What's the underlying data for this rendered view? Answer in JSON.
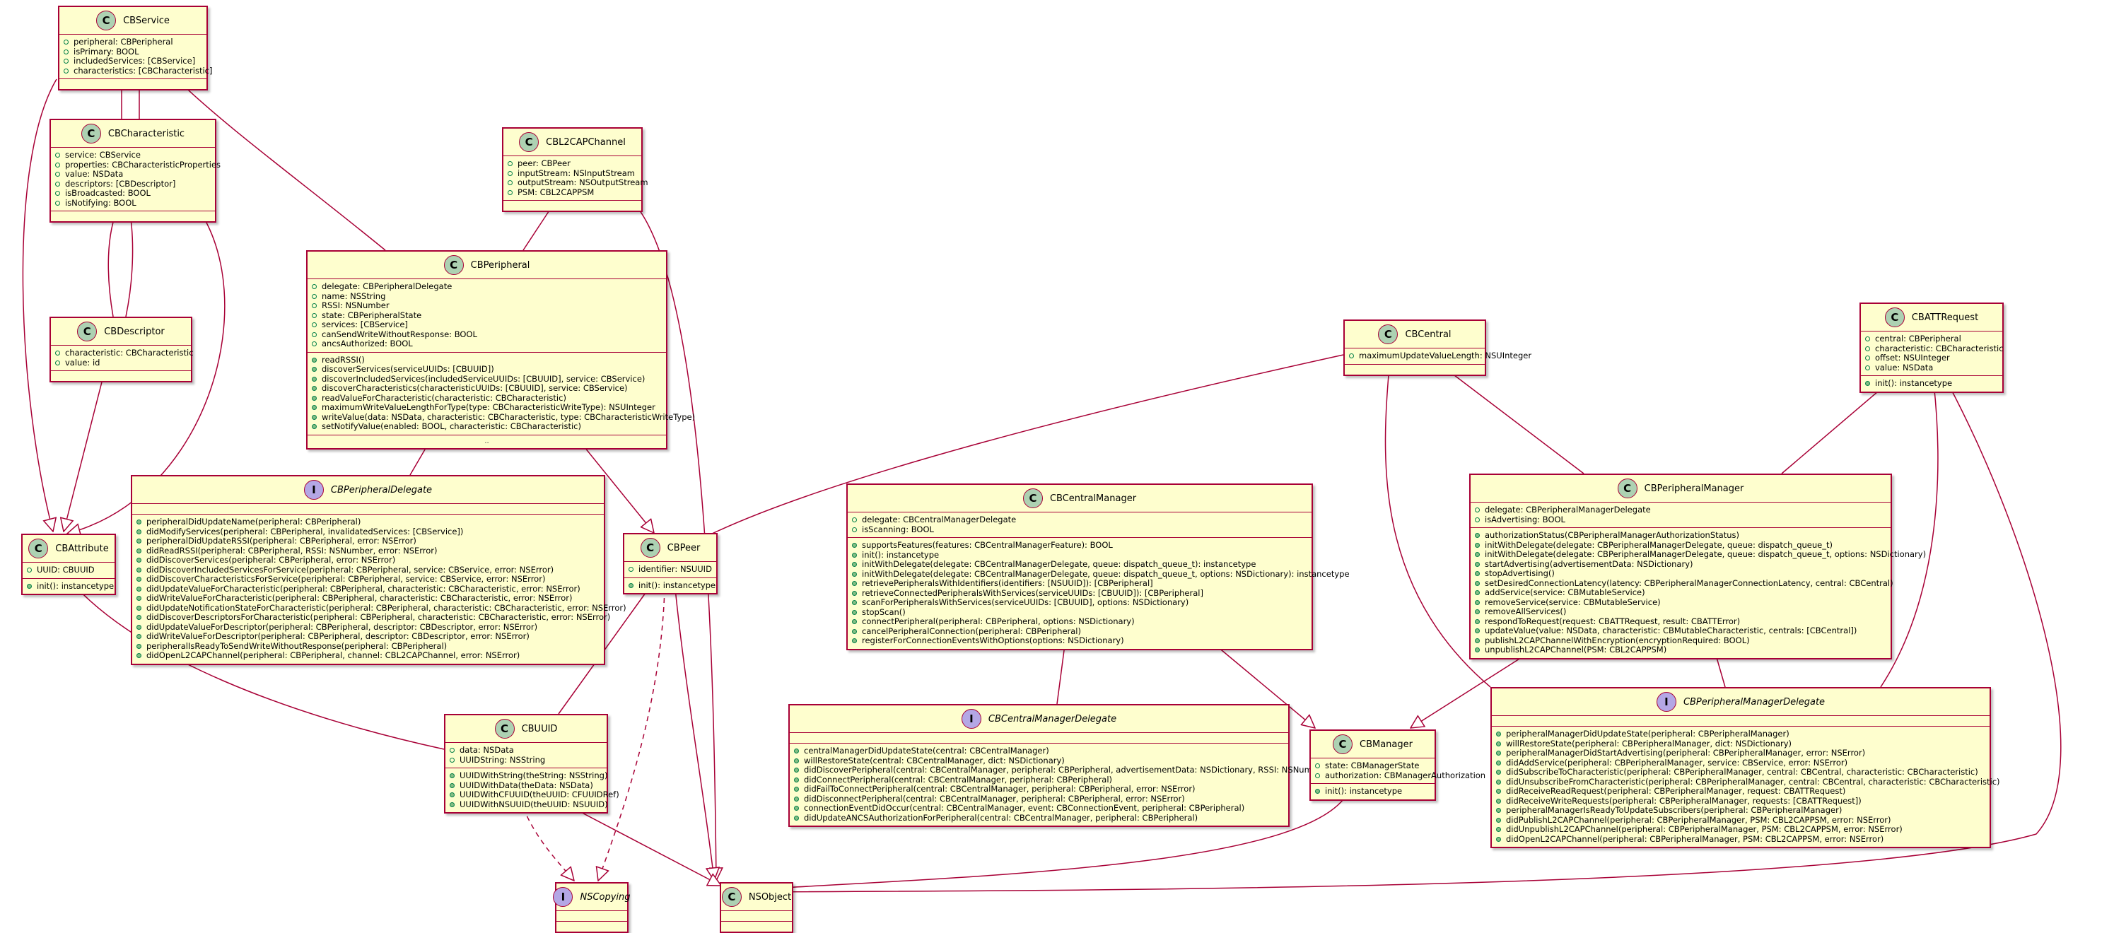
{
  "diagram": {
    "classes": {
      "CBService": {
        "kind": "class",
        "name": "CBService",
        "fields": [
          "peripheral: CBPeripheral",
          "isPrimary: BOOL",
          "includedServices: [CBService]",
          "characteristics: [CBCharacteristic]"
        ],
        "methods": []
      },
      "CBCharacteristic": {
        "kind": "class",
        "name": "CBCharacteristic",
        "fields": [
          "service: CBService",
          "properties: CBCharacteristicProperties",
          "value: NSData",
          "descriptors: [CBDescriptor]",
          "isBroadcasted: BOOL",
          "isNotifying: BOOL"
        ],
        "methods": []
      },
      "CBDescriptor": {
        "kind": "class",
        "name": "CBDescriptor",
        "fields": [
          "characteristic: CBCharacteristic",
          "value: id"
        ],
        "methods": []
      },
      "CBAttribute": {
        "kind": "class",
        "name": "CBAttribute",
        "fields": [
          "UUID: CBUUID"
        ],
        "methods": [
          "init(): instancetype"
        ]
      },
      "CBL2CAPChannel": {
        "kind": "class",
        "name": "CBL2CAPChannel",
        "fields": [
          "peer: CBPeer",
          "inputStream: NSInputStream",
          "outputStream: NSOutputStream",
          "PSM: CBL2CAPPSM"
        ],
        "methods": []
      },
      "CBPeripheral": {
        "kind": "class",
        "name": "CBPeripheral",
        "fields": [
          "delegate: CBPeripheralDelegate",
          "name: NSString",
          "RSSI: NSNumber",
          "state: CBPeripheralState",
          "services: [CBService]",
          "canSendWriteWithoutResponse: BOOL",
          "ancsAuthorized: BOOL"
        ],
        "methods": [
          "readRSSI()",
          "discoverServices(serviceUUIDs: [CBUUID])",
          "discoverIncludedServices(includedServiceUUIDs: [CBUUID], service: CBService)",
          "discoverCharacteristics(characteristicUUIDs: [CBUUID], service: CBService)",
          "readValueForCharacteristic(characteristic: CBCharacteristic)",
          "maximumWriteValueLengthForType(type: CBCharacteristicWriteType): NSUInteger",
          "writeValue(data: NSData, characteristic: CBCharacteristic, type: CBCharacteristicWriteType)",
          "setNotifyValue(enabled: BOOL, characteristic: CBCharacteristic)"
        ],
        "more": ".."
      },
      "CBPeripheralDelegate": {
        "kind": "interface",
        "name": "CBPeripheralDelegate",
        "fields": [],
        "methods": [
          "peripheralDidUpdateName(peripheral: CBPeripheral)",
          "didModifyServices(peripheral: CBPeripheral, invalidatedServices: [CBService])",
          "peripheralDidUpdateRSSI(peripheral: CBPeripheral, error: NSError)",
          "didReadRSSI(peripheral: CBPeripheral, RSSI: NSNumber, error: NSError)",
          "didDiscoverServices(peripheral: CBPeripheral, error: NSError)",
          "didDiscoverIncludedServicesForService(peripheral: CBPeripheral, service: CBService, error: NSError)",
          "didDiscoverCharacteristicsForService(peripheral: CBPeripheral, service: CBService, error: NSError)",
          "didUpdateValueForCharacteristic(peripheral: CBPeripheral, characteristic: CBCharacteristic, error: NSError)",
          "didWriteValueForCharacteristic(peripheral: CBPeripheral, characteristic: CBCharacteristic, error: NSError)",
          "didUpdateNotificationStateForCharacteristic(peripheral: CBPeripheral, characteristic: CBCharacteristic, error: NSError)",
          "didDiscoverDescriptorsForCharacteristic(peripheral: CBPeripheral, characteristic: CBCharacteristic, error: NSError)",
          "didUpdateValueForDescriptor(peripheral: CBPeripheral, descriptor: CBDescriptor, error: NSError)",
          "didWriteValueForDescriptor(peripheral: CBPeripheral, descriptor: CBDescriptor, error: NSError)",
          "peripheralIsReadyToSendWriteWithoutResponse(peripheral: CBPeripheral)",
          "didOpenL2CAPChannel(peripheral: CBPeripheral, channel: CBL2CAPChannel, error: NSError)"
        ]
      },
      "CBPeer": {
        "kind": "class",
        "name": "CBPeer",
        "fields": [
          "identifier: NSUUID"
        ],
        "methods": [
          "init(): instancetype"
        ]
      },
      "CBUUID": {
        "kind": "class",
        "name": "CBUUID",
        "fields": [
          "data: NSData",
          "UUIDString: NSString"
        ],
        "methods": [
          "UUIDWithString(theString: NSString)",
          "UUIDWithData(theData: NSData)",
          "UUIDWithCFUUID(theUUID: CFUUIDRef)",
          "UUIDWithNSUUID(theUUID: NSUUID)"
        ]
      },
      "NSCopying": {
        "kind": "interface",
        "name": "NSCopying",
        "fields": [],
        "methods": []
      },
      "NSObject": {
        "kind": "class",
        "name": "NSObject",
        "fields": [],
        "methods": []
      },
      "CBCentralManager": {
        "kind": "class",
        "name": "CBCentralManager",
        "fields": [
          "delegate: CBCentralManagerDelegate",
          "isScanning: BOOL"
        ],
        "methods": [
          "supportsFeatures(features: CBCentralManagerFeature): BOOL",
          "init(): instancetype",
          "initWithDelegate(delegate: CBCentralManagerDelegate, queue: dispatch_queue_t): instancetype",
          "initWithDelegate(delegate: CBCentralManagerDelegate, queue: dispatch_queue_t, options: NSDictionary): instancetype",
          "retrievePeripheralsWithIdentifiers(identifiers: [NSUUID]): [CBPeripheral]",
          "retrieveConnectedPeripheralsWithServices(serviceUUIDs: [CBUUID]): [CBPeripheral]",
          "scanForPeripheralsWithServices(serviceUUIDs: [CBUUID], options: NSDictionary)",
          "stopScan()",
          "connectPeripheral(peripheral: CBPeripheral, options: NSDictionary)",
          "cancelPeripheralConnection(peripheral: CBPeripheral)",
          "registerForConnectionEventsWithOptions(options: NSDictionary)"
        ]
      },
      "CBCentralManagerDelegate": {
        "kind": "interface",
        "name": "CBCentralManagerDelegate",
        "fields": [],
        "methods": [
          "centralManagerDidUpdateState(central: CBCentralManager)",
          "willRestoreState(central: CBCentralManager, dict: NSDictionary)",
          "didDiscoverPeripheral(central: CBCentralManager, peripheral: CBPeripheral, advertisementData: NSDictionary, RSSI: NSNumber)",
          "didConnectPeripheral(central: CBCentralManager, peripheral: CBPeripheral)",
          "didFailToConnectPeripheral(central: CBCentralManager, peripheral: CBPeripheral, error: NSError)",
          "didDisconnectPeripheral(central: CBCentralManager, peripheral: CBPeripheral, error: NSError)",
          "connectionEventDidOccur(central: CBCentralManager, event: CBConnectionEvent, peripheral: CBPeripheral)",
          "didUpdateANCSAuthorizationForPeripheral(central: CBCentralManager, peripheral: CBPeripheral)"
        ]
      },
      "CBManager": {
        "kind": "class",
        "name": "CBManager",
        "fields": [
          "state: CBManagerState",
          "authorization: CBManagerAuthorization"
        ],
        "methods": [
          "init(): instancetype"
        ]
      },
      "CBCentral": {
        "kind": "class",
        "name": "CBCentral",
        "fields": [
          "maximumUpdateValueLength: NSUInteger"
        ],
        "methods": []
      },
      "CBPeripheralManager": {
        "kind": "class",
        "name": "CBPeripheralManager",
        "fields": [
          "delegate: CBPeripheralManagerDelegate",
          "isAdvertising: BOOL"
        ],
        "methods": [
          "authorizationStatus(CBPeripheralManagerAuthorizationStatus)",
          "initWithDelegate(delegate: CBPeripheralManagerDelegate, queue: dispatch_queue_t)",
          "initWithDelegate(delegate: CBPeripheralManagerDelegate, queue: dispatch_queue_t, options: NSDictionary)",
          "startAdvertising(advertisementData: NSDictionary)",
          "stopAdvertising()",
          "setDesiredConnectionLatency(latency: CBPeripheralManagerConnectionLatency, central: CBCentral)",
          "addService(service: CBMutableService)",
          "removeService(service: CBMutableService)",
          "removeAllServices()",
          "respondToRequest(request: CBATTRequest, result: CBATTError)",
          "updateValue(value: NSData, characteristic: CBMutableCharacteristic, centrals: [CBCentral])",
          "publishL2CAPChannelWithEncryption(encryptionRequired: BOOL)",
          "unpublishL2CAPChannel(PSM: CBL2CAPPSM)"
        ]
      },
      "CBPeripheralManagerDelegate": {
        "kind": "interface",
        "name": "CBPeripheralManagerDelegate",
        "fields": [],
        "methods": [
          "peripheralManagerDidUpdateState(peripheral: CBPeripheralManager)",
          "willRestoreState(peripheral: CBPeripheralManager, dict: NSDictionary)",
          "peripheralManagerDidStartAdvertising(peripheral: CBPeripheralManager, error: NSError)",
          "didAddService(peripheral: CBPeripheralManager, service: CBService, error: NSError)",
          "didSubscribeToCharacteristic(peripheral: CBPeripheralManager, central: CBCentral, characteristic: CBCharacteristic)",
          "didUnsubscribeFromCharacteristic(peripheral: CBPeripheralManager, central: CBCentral, characteristic: CBCharacteristic)",
          "didReceiveReadRequest(peripheral: CBPeripheralManager, request: CBATTRequest)",
          "didReceiveWriteRequests(peripheral: CBPeripheralManager, requests: [CBATTRequest])",
          "peripheralManagerIsReadyToUpdateSubscribers(peripheral: CBPeripheralManager)",
          "didPublishL2CAPChannel(peripheral: CBPeripheralManager, PSM: CBL2CAPPSM, error: NSError)",
          "didUnpublishL2CAPChannel(peripheral: CBPeripheralManager, PSM: CBL2CAPPSM, error: NSError)",
          "didOpenL2CAPChannel(peripheral: CBPeripheralManager, PSM: CBL2CAPPSM, error: NSError)"
        ]
      },
      "CBATTRequest": {
        "kind": "class",
        "name": "CBATTRequest",
        "fields": [
          "central: CBPeripheral",
          "characteristic: CBCharacteristic",
          "offset: NSUInteger",
          "value: NSData"
        ],
        "methods": [
          "init(): instancetype"
        ]
      }
    },
    "relations": [
      {
        "from": "CBService",
        "to": "CBCharacteristic",
        "type": "aggregation"
      },
      {
        "from": "CBService",
        "to": "CBCharacteristic",
        "type": "aggregation"
      },
      {
        "from": "CBService",
        "to": "CBAttribute",
        "type": "inheritance"
      },
      {
        "from": "CBService",
        "to": "CBPeripheral",
        "type": "aggregation"
      },
      {
        "from": "CBCharacteristic",
        "to": "CBDescriptor",
        "type": "aggregation"
      },
      {
        "from": "CBCharacteristic",
        "to": "CBDescriptor",
        "type": "aggregation"
      },
      {
        "from": "CBCharacteristic",
        "to": "CBAttribute",
        "type": "inheritance"
      },
      {
        "from": "CBDescriptor",
        "to": "CBAttribute",
        "type": "inheritance"
      },
      {
        "from": "CBPeripheral",
        "to": "CBL2CAPChannel",
        "type": "association"
      },
      {
        "from": "CBPeripheral",
        "to": "CBPeripheralDelegate",
        "type": "aggregation"
      },
      {
        "from": "CBPeripheral",
        "to": "CBPeer",
        "type": "inheritance"
      },
      {
        "from": "CBL2CAPChannel",
        "to": "NSObject",
        "type": "inheritance"
      },
      {
        "from": "CBAttribute",
        "to": "CBUUID",
        "type": "aggregation"
      },
      {
        "from": "CBPeer",
        "to": "CBUUID",
        "type": "aggregation"
      },
      {
        "from": "CBPeer",
        "to": "NSCopying",
        "type": "realization"
      },
      {
        "from": "CBPeer",
        "to": "NSObject",
        "type": "inheritance"
      },
      {
        "from": "CBUUID",
        "to": "NSCopying",
        "type": "realization"
      },
      {
        "from": "CBUUID",
        "to": "NSObject",
        "type": "inheritance"
      },
      {
        "from": "CBCentral",
        "to": "CBPeer",
        "type": "inheritance"
      },
      {
        "from": "CBCentralManager",
        "to": "CBCentralManagerDelegate",
        "type": "aggregation"
      },
      {
        "from": "CBCentralManager",
        "to": "CBManager",
        "type": "inheritance"
      },
      {
        "from": "CBManager",
        "to": "NSObject",
        "type": "inheritance"
      },
      {
        "from": "CBPeripheralManager",
        "to": "CBCentral",
        "type": "association"
      },
      {
        "from": "CBPeripheralManager",
        "to": "CBManager",
        "type": "inheritance"
      },
      {
        "from": "CBPeripheralManager",
        "to": "CBPeripheralManagerDelegate",
        "type": "aggregation"
      },
      {
        "from": "CBPeripheralManager",
        "to": "CBATTRequest",
        "type": "association"
      },
      {
        "from": "CBPeripheralManagerDelegate",
        "to": "CBCentral",
        "type": "association"
      },
      {
        "from": "CBPeripheralManagerDelegate",
        "to": "CBATTRequest",
        "type": "association"
      },
      {
        "from": "CBATTRequest",
        "to": "NSObject",
        "type": "inheritance"
      }
    ],
    "colors": {
      "class_fill": "#FEFECE",
      "border": "#A80036",
      "class_badge": "#ADD1B2",
      "interface_badge": "#B4A7E5",
      "field_marker": "#038048",
      "method_marker": "#84BE84"
    }
  }
}
